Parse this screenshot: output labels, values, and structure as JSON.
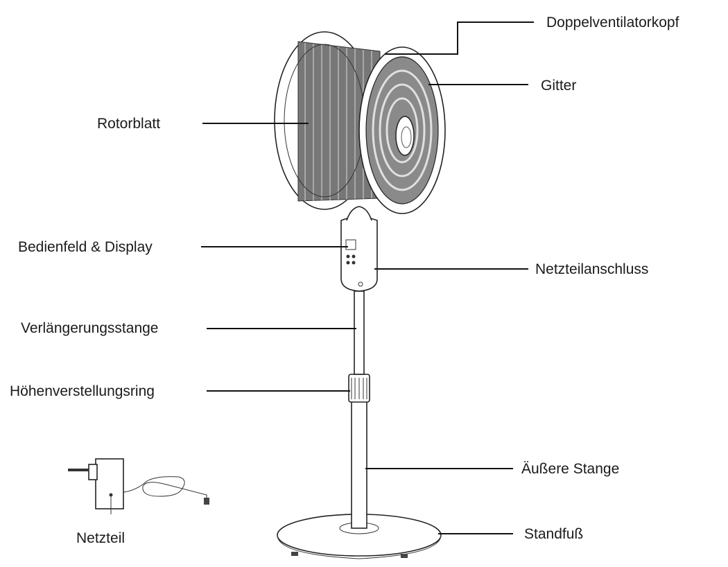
{
  "labels": {
    "doppelventilatorkopf": "Doppelventilatorkopf",
    "gitter": "Gitter",
    "rotorblatt": "Rotorblatt",
    "bedienfeld": "Bedienfeld & Display",
    "netzteilanschluss": "Netzteilanschluss",
    "verlaengerungsstange": "Verlängerungsstange",
    "hoehenverstellungsring": "Höhenverstellungsring",
    "aeussere_stange": "Äußere Stange",
    "standfuss": "Standfuß",
    "netzteil": "Netzteil"
  },
  "colors": {
    "line": "#111111",
    "text": "#1a1a1a",
    "background": "#ffffff"
  }
}
